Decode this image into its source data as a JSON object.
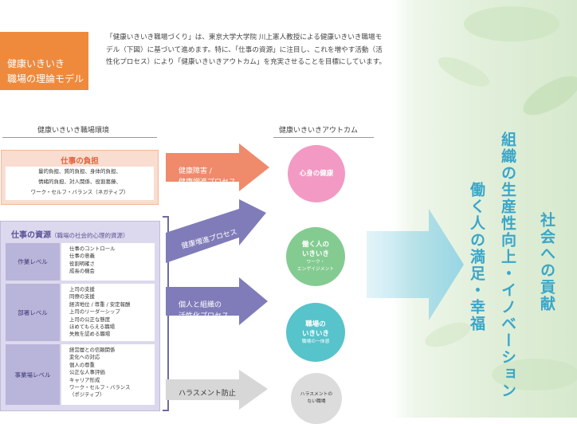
{
  "title": {
    "line1": "健康いきいき",
    "line2": "職場の理論モデル"
  },
  "intro_text": "「健康いきいき職場づくり」は、東京大学大学院 川上憲人教授による健康いきいき職場モデル（下図）に基づいて進めます。特に、「仕事の資源」に注目し、これを増やす活動（活性化プロセス）により「健康いきいきアウトカム」を充実させることを目標にしています。",
  "headers": {
    "environment": "健康いきいき職場環境",
    "outcome": "健康いきいきアウトカム"
  },
  "demands": {
    "title": "仕事の負担",
    "lines": [
      "量的負担、質的負担、身体的負担、",
      "情緒的負担、対人関係、役割葛藤、",
      "ワーク・セルフ・バランス（ネガティブ）"
    ]
  },
  "resources": {
    "title": "仕事の資源",
    "subtitle": "（職場の社会的心理的資源）",
    "levels": [
      {
        "label": "作業レベル",
        "items": [
          "仕事のコントロール",
          "仕事の意義",
          "役割明確さ",
          "成長の機会"
        ]
      },
      {
        "label": "部署レベル",
        "items": [
          "上司の支援",
          "同僚の支援",
          "経済地位 / 尊重 / 安定報酬",
          "上司のリーダーシップ",
          "上司の公正な態度",
          "ほめてもらえる職場",
          "失敗を認める職場"
        ]
      },
      {
        "label": "事業場レベル",
        "items": [
          "経営層との信頼関係",
          "変化への対応",
          "個人の尊重",
          "公正な人事評価",
          "キャリア形成",
          "ワーク・セルフ・バランス",
          "（ポジティブ）"
        ]
      }
    ]
  },
  "arrows": {
    "health_impairment": [
      "健康障害 /",
      "健康増進プロセス"
    ],
    "health_promotion": "健康増進プロセス",
    "activation": [
      "個人と組織の",
      "活性化プロセス"
    ],
    "harassment": "ハラスメント防止"
  },
  "outcomes": {
    "mental_physical": "心身の健康",
    "engagement": {
      "title": [
        "働く人の",
        "いきいき"
      ],
      "sub": [
        "ワーク・",
        "エンゲイジメント"
      ]
    },
    "workplace": {
      "title": [
        "職場の",
        "いきいき"
      ],
      "sub": "職場の一体感"
    },
    "no_harassment": [
      "ハラスメントの",
      "ない職場"
    ]
  },
  "big_texts": {
    "worker": "働く人の満足・幸福",
    "organization": "組織の生産性向上・イノベーション",
    "society": "社会への貢献"
  },
  "colors": {
    "title_orange": "#ef8a3c",
    "demand_arrow": "#ef8a6b",
    "purple_arrow": "#807cb9",
    "gray_arrow": "#d7d7d7",
    "pink_circle": "#f29ac4",
    "green_circle": "#84cb91",
    "teal_circle": "#57c3cb",
    "gray_circle": "#dcdcdc",
    "big_arrow": "#8fd3e6",
    "big_text": "#3aa6c9"
  }
}
